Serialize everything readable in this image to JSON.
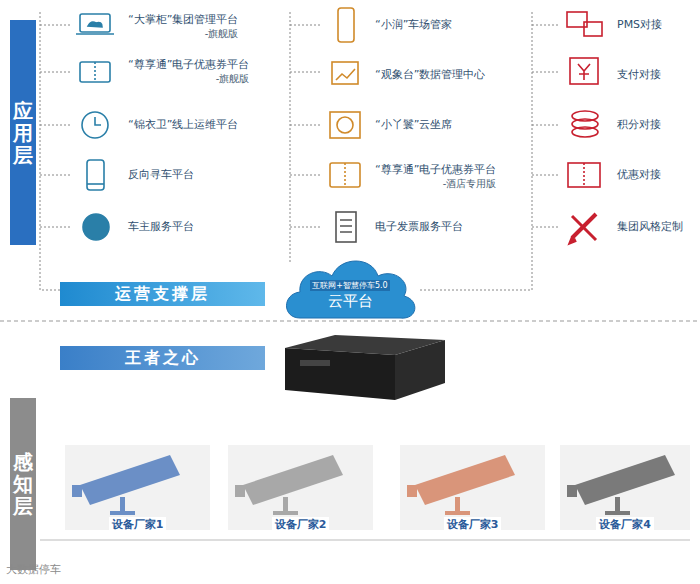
{
  "diagram": {
    "nodes": [
      {
        "text": [
          "应用层"
        ]
      },
      {
        "text": [
          "“大掌柜”集团管理平台",
          "-旗舰版"
        ]
      },
      {
        "text": [
          "“尊享通”电子优惠券平台",
          "-旗舰版"
        ]
      },
      {
        "text": [
          "“锦衣卫”线上运维平台"
        ]
      },
      {
        "text": [
          "反向寻车平台"
        ]
      },
      {
        "text": [
          "车主服务平台"
        ]
      },
      {
        "text": [
          "“小润”车场管家"
        ]
      },
      {
        "text": [
          "“观象台”数据管理中心"
        ]
      },
      {
        "text": [
          "“小丫鬟”云坐席"
        ]
      },
      {
        "text": [
          "“尊享通”电子优惠券平台",
          "-酒店专用版"
        ]
      },
      {
        "text": [
          "电子发票服务平台"
        ]
      },
      {
        "text": [
          "PMS对接"
        ]
      },
      {
        "text": [
          "支付对接"
        ]
      },
      {
        "text": [
          "积分对接"
        ]
      },
      {
        "text": [
          "优惠对接"
        ]
      },
      {
        "text": [
          "集团风格定制"
        ]
      },
      {
        "text": [
          "运营支撑层"
        ]
      },
      {
        "text": [
          "互联网+智慧停车5.0",
          "云平台"
        ]
      },
      {
        "text": [
          "王者之心"
        ]
      },
      {
        "text": [
          "感知层"
        ]
      },
      {
        "text": [
          "设备厂家1"
        ]
      },
      {
        "text": [
          "设备厂家2"
        ]
      },
      {
        "text": [
          "设备厂家3"
        ]
      },
      {
        "text": [
          "设备厂家4"
        ]
      }
    ],
    "labels": [
      "大数据停车"
    ]
  }
}
